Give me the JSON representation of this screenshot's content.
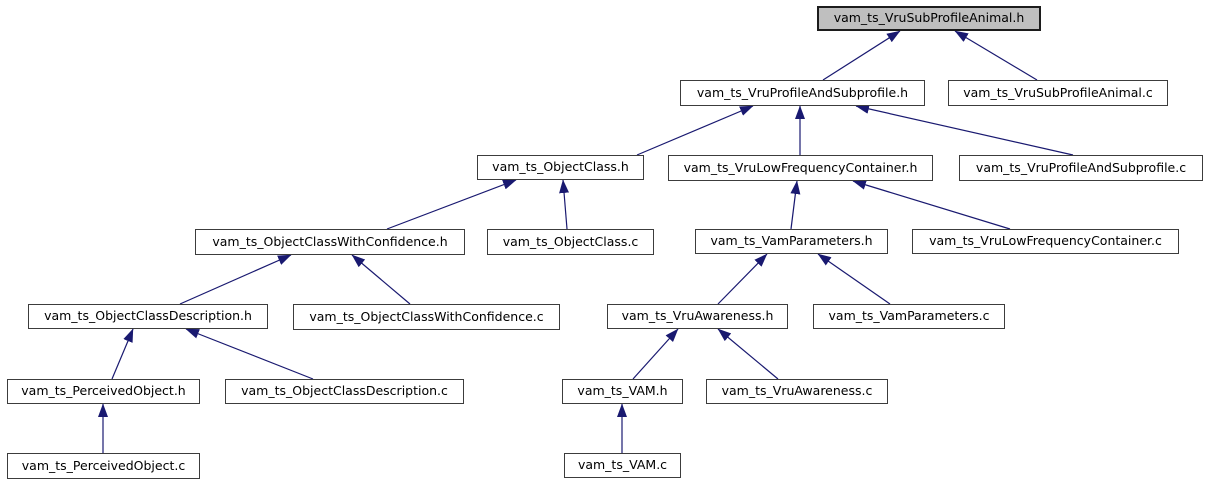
{
  "graph": {
    "type": "include-dependency-graph",
    "highlighted_node": "vam_ts_VruSubProfileAnimal.h",
    "colors": {
      "background": "#ffffff",
      "edge": "#191970",
      "node_border": "#3c3c3c",
      "node_fill": "#ffffff",
      "highlight_fill": "#bfbfbf",
      "text": "#000000"
    },
    "nodes": [
      {
        "id": "vam_ts_VruSubProfileAnimal_h",
        "label": "vam_ts_VruSubProfileAnimal.h",
        "highlighted": true
      },
      {
        "id": "vam_ts_VruProfileAndSubprofile_h",
        "label": "vam_ts_VruProfileAndSubprofile.h"
      },
      {
        "id": "vam_ts_VruSubProfileAnimal_c",
        "label": "vam_ts_VruSubProfileAnimal.c"
      },
      {
        "id": "vam_ts_ObjectClass_h",
        "label": "vam_ts_ObjectClass.h"
      },
      {
        "id": "vam_ts_VruLowFrequencyContainer_h",
        "label": "vam_ts_VruLowFrequencyContainer.h"
      },
      {
        "id": "vam_ts_VruProfileAndSubprofile_c",
        "label": "vam_ts_VruProfileAndSubprofile.c"
      },
      {
        "id": "vam_ts_ObjectClassWithConfidence_h",
        "label": "vam_ts_ObjectClassWithConfidence.h"
      },
      {
        "id": "vam_ts_ObjectClass_c",
        "label": "vam_ts_ObjectClass.c"
      },
      {
        "id": "vam_ts_VamParameters_h",
        "label": "vam_ts_VamParameters.h"
      },
      {
        "id": "vam_ts_VruLowFrequencyContainer_c",
        "label": "vam_ts_VruLowFrequencyContainer.c"
      },
      {
        "id": "vam_ts_ObjectClassDescription_h",
        "label": "vam_ts_ObjectClassDescription.h"
      },
      {
        "id": "vam_ts_ObjectClassWithConfidence_c",
        "label": "vam_ts_ObjectClassWithConfidence.c"
      },
      {
        "id": "vam_ts_VruAwareness_h",
        "label": "vam_ts_VruAwareness.h"
      },
      {
        "id": "vam_ts_VamParameters_c",
        "label": "vam_ts_VamParameters.c"
      },
      {
        "id": "vam_ts_PerceivedObject_h",
        "label": "vam_ts_PerceivedObject.h"
      },
      {
        "id": "vam_ts_ObjectClassDescription_c",
        "label": "vam_ts_ObjectClassDescription.c"
      },
      {
        "id": "vam_ts_VAM_h",
        "label": "vam_ts_VAM.h"
      },
      {
        "id": "vam_ts_VruAwareness_c",
        "label": "vam_ts_VruAwareness.c"
      },
      {
        "id": "vam_ts_PerceivedObject_c",
        "label": "vam_ts_PerceivedObject.c"
      },
      {
        "id": "vam_ts_VAM_c",
        "label": "vam_ts_VAM.c"
      }
    ],
    "edges": [
      {
        "from": "vam_ts_VruProfileAndSubprofile_h",
        "to": "vam_ts_VruSubProfileAnimal_h"
      },
      {
        "from": "vam_ts_VruSubProfileAnimal_c",
        "to": "vam_ts_VruSubProfileAnimal_h"
      },
      {
        "from": "vam_ts_ObjectClass_h",
        "to": "vam_ts_VruProfileAndSubprofile_h"
      },
      {
        "from": "vam_ts_VruLowFrequencyContainer_h",
        "to": "vam_ts_VruProfileAndSubprofile_h"
      },
      {
        "from": "vam_ts_VruProfileAndSubprofile_c",
        "to": "vam_ts_VruProfileAndSubprofile_h"
      },
      {
        "from": "vam_ts_ObjectClassWithConfidence_h",
        "to": "vam_ts_ObjectClass_h"
      },
      {
        "from": "vam_ts_ObjectClass_c",
        "to": "vam_ts_ObjectClass_h"
      },
      {
        "from": "vam_ts_VamParameters_h",
        "to": "vam_ts_VruLowFrequencyContainer_h"
      },
      {
        "from": "vam_ts_VruLowFrequencyContainer_c",
        "to": "vam_ts_VruLowFrequencyContainer_h"
      },
      {
        "from": "vam_ts_ObjectClassDescription_h",
        "to": "vam_ts_ObjectClassWithConfidence_h"
      },
      {
        "from": "vam_ts_ObjectClassWithConfidence_c",
        "to": "vam_ts_ObjectClassWithConfidence_h"
      },
      {
        "from": "vam_ts_VruAwareness_h",
        "to": "vam_ts_VamParameters_h"
      },
      {
        "from": "vam_ts_VamParameters_c",
        "to": "vam_ts_VamParameters_h"
      },
      {
        "from": "vam_ts_PerceivedObject_h",
        "to": "vam_ts_ObjectClassDescription_h"
      },
      {
        "from": "vam_ts_ObjectClassDescription_c",
        "to": "vam_ts_ObjectClassDescription_h"
      },
      {
        "from": "vam_ts_VAM_h",
        "to": "vam_ts_VruAwareness_h"
      },
      {
        "from": "vam_ts_VruAwareness_c",
        "to": "vam_ts_VruAwareness_h"
      },
      {
        "from": "vam_ts_PerceivedObject_c",
        "to": "vam_ts_PerceivedObject_h"
      },
      {
        "from": "vam_ts_VAM_c",
        "to": "vam_ts_VAM_h"
      }
    ]
  }
}
